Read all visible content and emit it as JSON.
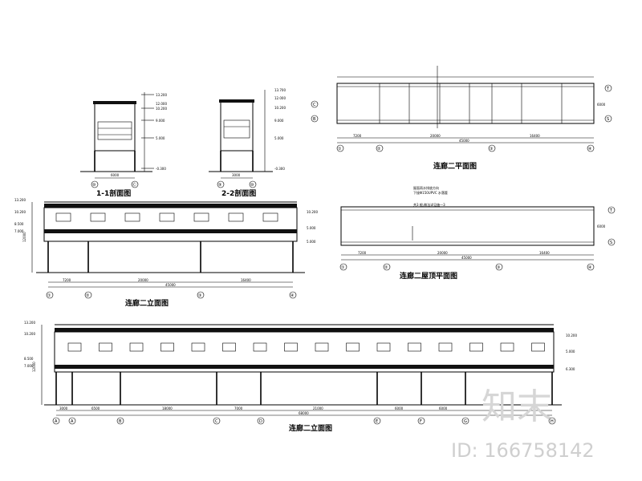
{
  "drawings": {
    "section_1_1": {
      "title": "1-1剖面图",
      "axes": [
        "⑩",
        "Ⓒ"
      ],
      "span": "6000",
      "levels": [
        "13.200",
        "12.000",
        "10.200",
        "9.000",
        "5.000",
        "-0.300"
      ]
    },
    "section_2_2": {
      "title": "2-2剖面图",
      "axes": [
        "⑨",
        "⑩"
      ],
      "span": "3000",
      "levels": [
        "13.700",
        "12.000",
        "10.200",
        "9.000",
        "5.000",
        "-0.300"
      ]
    },
    "plan_2f": {
      "title": "连廊二平面图",
      "axes_top": [
        "T"
      ],
      "axes_left": [
        "C",
        "B"
      ],
      "axes_right": [
        "S"
      ],
      "axes_bottom": [
        "①",
        "②",
        "③",
        "④"
      ],
      "dims_bottom": [
        "7200",
        "20000",
        "16400"
      ],
      "total": "45000",
      "side": "6000"
    },
    "elev_2f_small": {
      "title": "连廊二立面图",
      "axes_bottom": [
        "①",
        "②",
        "③",
        "④"
      ],
      "dims_bottom": [
        "7200",
        "20000",
        "16400"
      ],
      "total": "45000",
      "levels_left": [
        "13.200",
        "10.200",
        "8.500",
        "7.000"
      ],
      "levels_right": [
        "10.200",
        "5.000",
        "5.000"
      ],
      "dim_left": "12000"
    },
    "roof_plan": {
      "title": "连廊二屋顶平面图",
      "notes": [
        "屋面雨水排放方向",
        "下接Φ150UPVC 水落管",
        "共3 根,做法详见施—3"
      ],
      "axes_right": [
        "T",
        "S"
      ],
      "axes_bottom": [
        "①",
        "②",
        "③",
        "④"
      ],
      "dims_bottom": [
        "7200",
        "20000",
        "16400"
      ],
      "total": "45000",
      "side": "6000"
    },
    "elev_2f_large": {
      "title": "连廊二立面图",
      "axes_bottom": [
        "A",
        "A",
        "B",
        "C",
        "D",
        "E",
        "F",
        "G",
        "H"
      ],
      "dims_bottom": [
        "3000",
        "6500",
        "18000",
        "7000",
        "21000",
        "6000",
        "6000"
      ],
      "total": "68000",
      "levels_left": [
        "13.200",
        "10.200",
        "8.500",
        "7.000"
      ],
      "levels_right": [
        "10.200",
        "5.000",
        "6.300"
      ],
      "dim_left": "12000"
    }
  },
  "watermark": {
    "logo": "知末",
    "id_text": "ID: 166758142"
  }
}
